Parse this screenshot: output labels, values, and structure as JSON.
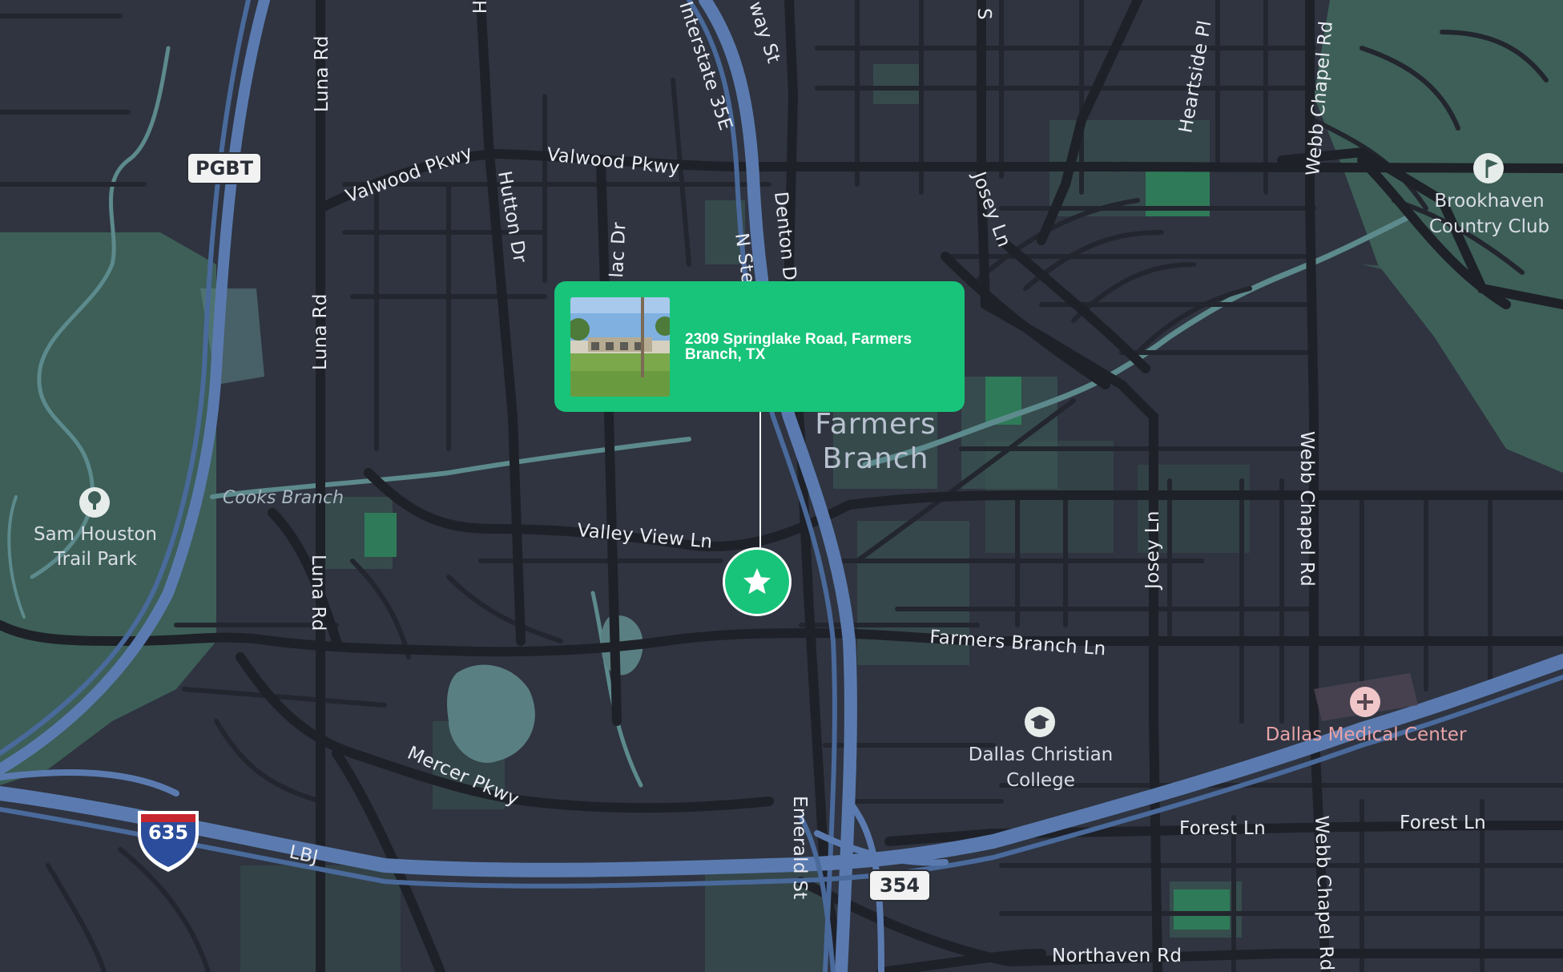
{
  "map": {
    "city_label": [
      "Farmers",
      "Branch"
    ],
    "streets": {
      "luna_rd": "Luna Rd",
      "valwood_pkwy": "Valwood Pkwy",
      "hutton_dr": "Hutton Dr",
      "interstate_35e": "Interstate 35E",
      "broadway_st": "way St",
      "denton_dr": "Denton Dr",
      "n_stemmons": "N Ste",
      "lilac_dr": "lac Dr",
      "josey_ln": "Josey Ln",
      "heartside_pl": "Heartside Pl",
      "webb_chapel_rd": "Webb Chapel Rd",
      "s_partial": "S",
      "h_partial": "H",
      "valley_view_ln": "Valley View Ln",
      "farmers_branch_ln": "Farmers Branch Ln",
      "mercer_pkwy": "Mercer Pkwy",
      "lbj": "LBJ",
      "emerald_st": "Emerald St",
      "forest_ln": "Forest Ln",
      "northaven_rd": "Northaven Rd"
    },
    "water": {
      "cooks_branch": "Cooks Branch"
    },
    "pois": {
      "sam_houston_trail_park": [
        "Sam Houston",
        "Trail Park"
      ],
      "brookhaven_country_club": [
        "Brookhaven",
        "Country Club"
      ],
      "dallas_christian_college": [
        "Dallas Christian",
        "College"
      ],
      "dallas_medical_center": "Dallas Medical Center"
    },
    "shields": {
      "pgbt": "PGBT",
      "i635": "635",
      "sh354": "354"
    },
    "icons": [
      "tree-icon",
      "golf-icon",
      "graduation-cap-icon",
      "hospital-icon",
      "star-icon"
    ],
    "colors": {
      "background": "#2f3440",
      "road": "#22252d",
      "highway": "#5b7bb0",
      "park": "#3d5f57",
      "water": "#5d8a8c",
      "accent": "#18c47a",
      "medical_label": "#e9a3a7"
    }
  },
  "listing": {
    "address": "2309 Springlake Road, Farmers Branch, TX",
    "marker_icon": "star-icon"
  }
}
